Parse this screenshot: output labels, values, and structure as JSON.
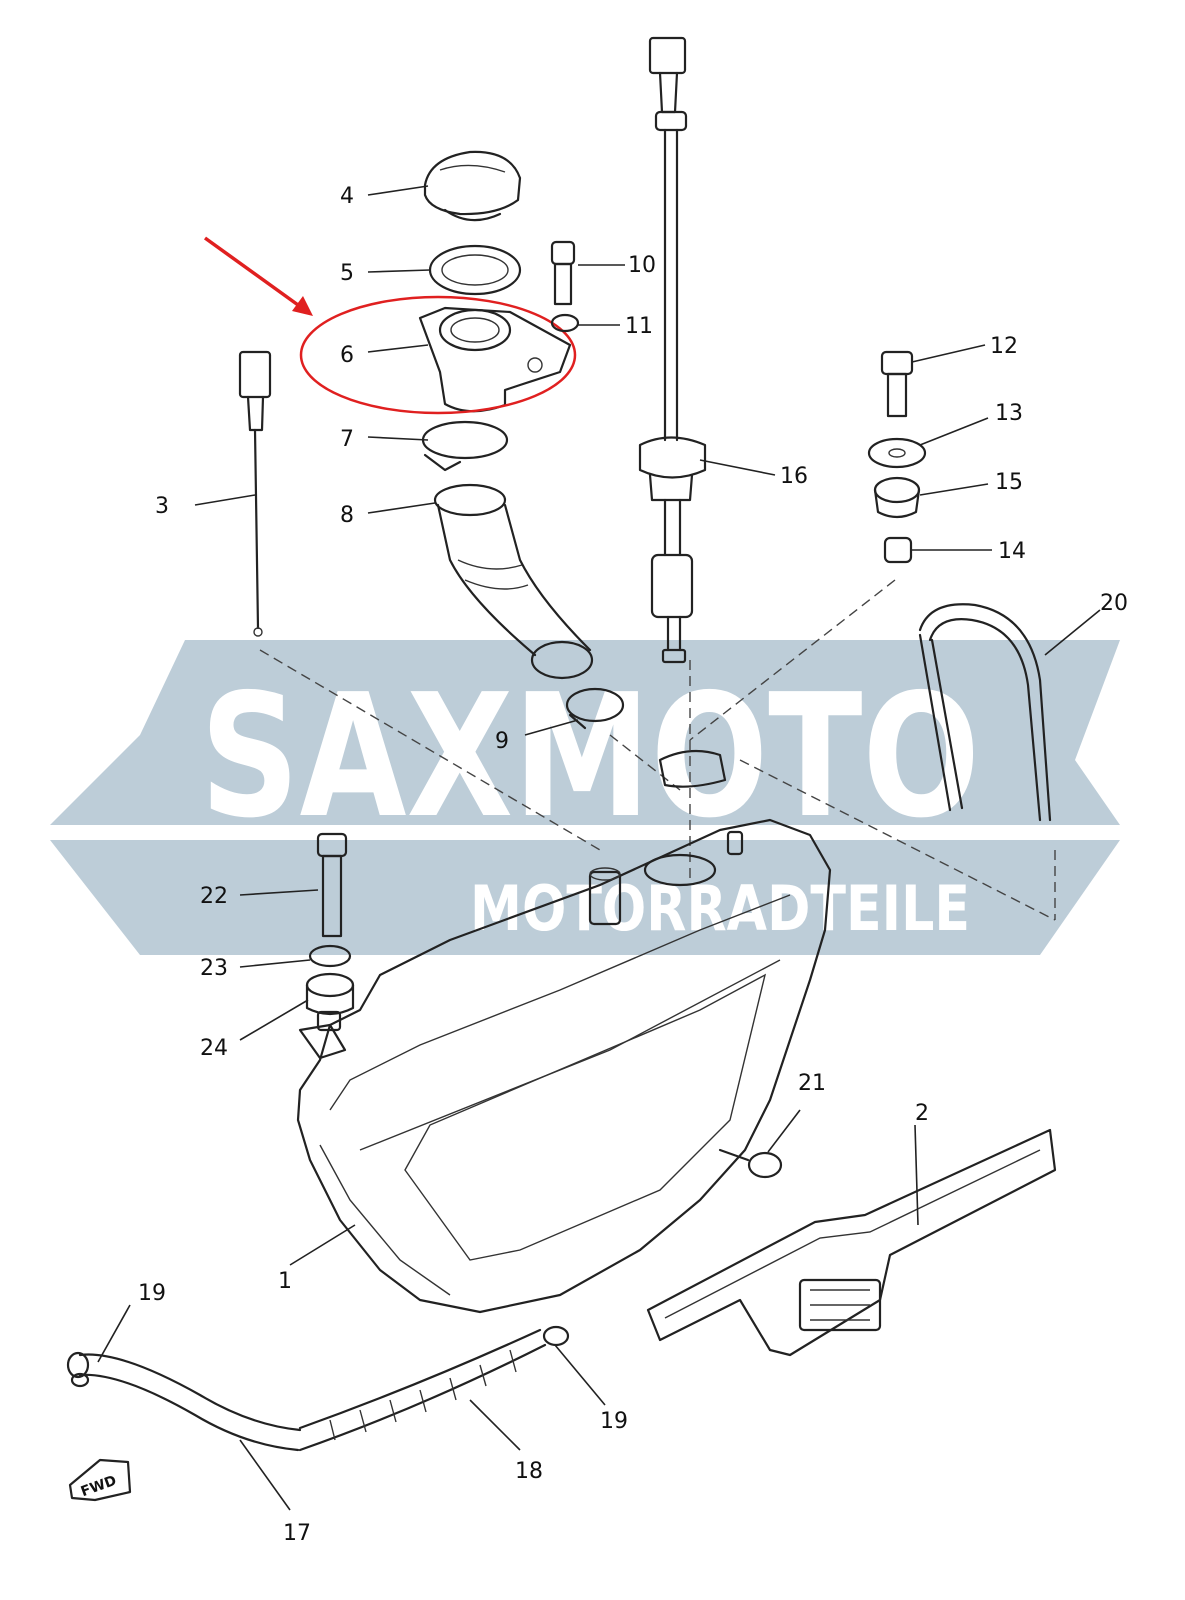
{
  "watermark": {
    "brand": "SAXMOTO",
    "subtitle": "MOTORRADTEILE",
    "color": "#b9cad6"
  },
  "highlight": {
    "color": "#e02020"
  },
  "callouts": {
    "p1": "1",
    "p2": "2",
    "p3": "3",
    "p4": "4",
    "p5": "5",
    "p6": "6",
    "p7": "7",
    "p8": "8",
    "p9": "9",
    "p10": "10",
    "p11": "11",
    "p12": "12",
    "p13": "13",
    "p14": "14",
    "p15": "15",
    "p16": "16",
    "p17": "17",
    "p18": "18",
    "p19a": "19",
    "p19b": "19",
    "p20": "20",
    "p21": "21",
    "p22": "22",
    "p23": "23",
    "p24": "24"
  },
  "fwd_marker": "FWD"
}
